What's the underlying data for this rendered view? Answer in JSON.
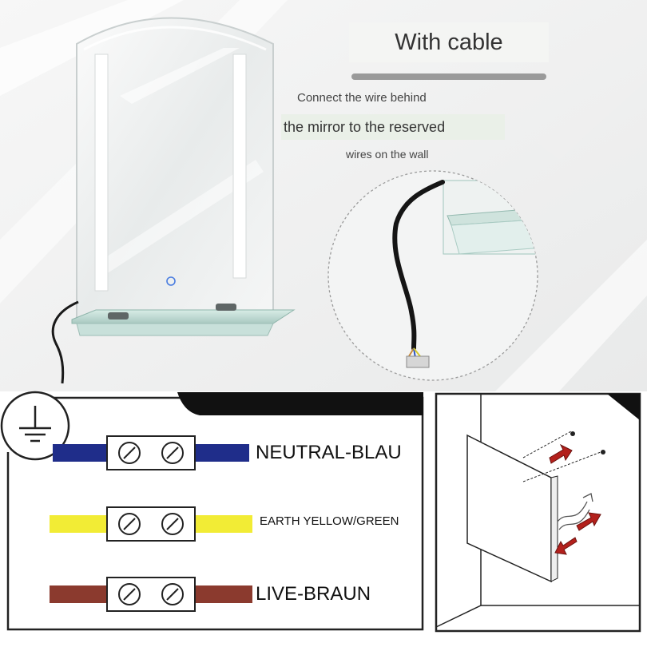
{
  "title": "With cable",
  "caption": {
    "line1": "Connect the wire behind",
    "line2": "the mirror to the reserved",
    "line3": "wires on the wall"
  },
  "wiring": [
    {
      "label": "NEUTRAL-BLAU",
      "color": "#1f2d8a"
    },
    {
      "label": "EARTH YELLOW/GREEN",
      "color": "#f2ec35"
    },
    {
      "label": "LIVE-BRAUN",
      "color": "#8b3a2e"
    }
  ],
  "icons": [
    "earth-ground-icon",
    "mounting-arrow-icon"
  ],
  "colors": {
    "accent_arrow": "#b3201c",
    "frame": "#222222"
  }
}
